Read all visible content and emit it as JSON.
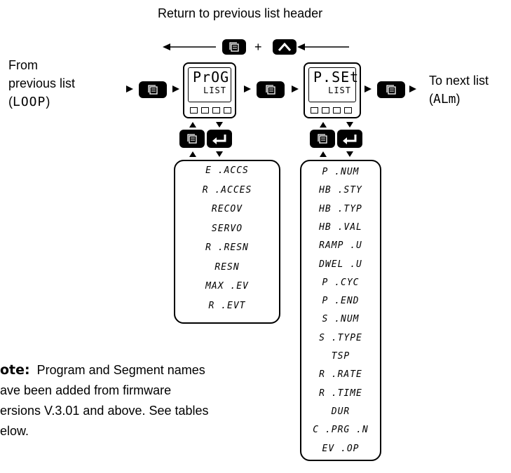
{
  "header": "Return to previous list header",
  "plus": "+",
  "from": {
    "line1": "From",
    "line2": "previous list",
    "open": "(",
    "code": "LOOP",
    "close": ")"
  },
  "to": {
    "line1": "To next list",
    "open": "(",
    "code": "ALm",
    "close": ")"
  },
  "display_left": {
    "top": "PrOG",
    "bottom": "LIST"
  },
  "display_right": {
    "top": "P.SEt",
    "bottom": "LIST"
  },
  "list_left": [
    "E .ACCS",
    "R .ACCES",
    "RECOV",
    "SERVO",
    "R .RESN",
    "RESN",
    "MAX .EV",
    "R .EVT"
  ],
  "list_right": [
    "P .NUM",
    "HB .STY",
    "HB .TYP",
    "HB .VAL",
    "RAMP .U",
    "DWEL .U",
    "P .CYC",
    "P .END",
    "S .NUM",
    "S .TYPE",
    "TSP",
    "R .RATE",
    "R .TIME",
    "DUR",
    "C .PRG .N",
    "EV .OP"
  ],
  "note": {
    "label": "ote:",
    "line1": "Program and Segment names",
    "line2": "ave been added from firmware",
    "line3": "ersions V.3.01 and above. See tables",
    "line4": "elow."
  }
}
